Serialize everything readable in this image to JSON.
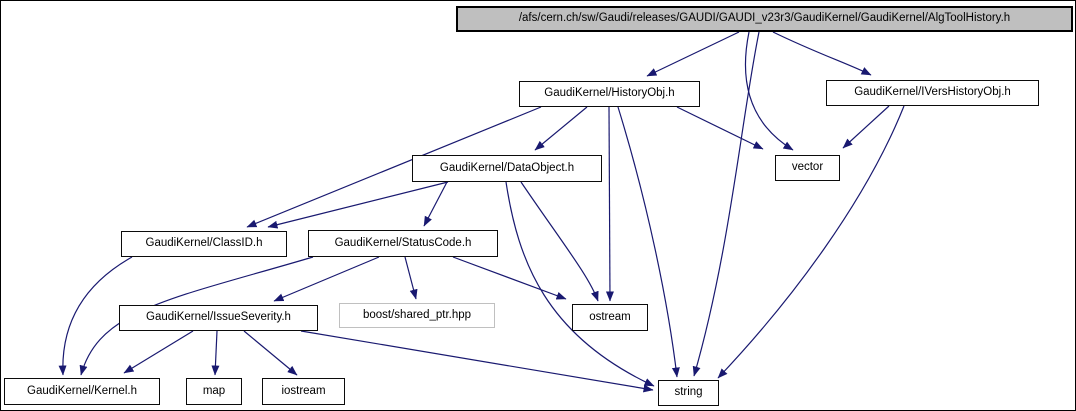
{
  "diagram": {
    "type": "doxygen-include-dependency-graph",
    "edge_color": "#191970",
    "main_node_fill": "#bfbfbf",
    "nodes": [
      {
        "id": "algtoolhistory",
        "label": "/afs/cern.ch/sw/Gaudi/releases/GAUDI/GAUDI_v23r3/GaudiKernel/GaudiKernel/AlgToolHistory.h",
        "kind": "main"
      },
      {
        "id": "historyobj",
        "label": "GaudiKernel/HistoryObj.h",
        "kind": "header"
      },
      {
        "id": "ivershistoryobj",
        "label": "GaudiKernel/IVersHistoryObj.h",
        "kind": "header"
      },
      {
        "id": "vector",
        "label": "vector",
        "kind": "system"
      },
      {
        "id": "dataobject",
        "label": "GaudiKernel/DataObject.h",
        "kind": "header"
      },
      {
        "id": "classid",
        "label": "GaudiKernel/ClassID.h",
        "kind": "header"
      },
      {
        "id": "statuscode",
        "label": "GaudiKernel/StatusCode.h",
        "kind": "header"
      },
      {
        "id": "issueseverity",
        "label": "GaudiKernel/IssueSeverity.h",
        "kind": "header"
      },
      {
        "id": "boost",
        "label": "boost/shared_ptr.hpp",
        "kind": "external"
      },
      {
        "id": "ostream",
        "label": "ostream",
        "kind": "system"
      },
      {
        "id": "kernel",
        "label": "GaudiKernel/Kernel.h",
        "kind": "header"
      },
      {
        "id": "map",
        "label": "map",
        "kind": "system"
      },
      {
        "id": "iostream",
        "label": "iostream",
        "kind": "system"
      },
      {
        "id": "string",
        "label": "string",
        "kind": "system"
      }
    ],
    "edges": [
      {
        "from": "algtoolhistory",
        "to": "historyobj"
      },
      {
        "from": "algtoolhistory",
        "to": "ivershistoryobj"
      },
      {
        "from": "algtoolhistory",
        "to": "vector"
      },
      {
        "from": "algtoolhistory",
        "to": "string"
      },
      {
        "from": "historyobj",
        "to": "classid"
      },
      {
        "from": "historyobj",
        "to": "dataobject"
      },
      {
        "from": "historyobj",
        "to": "vector"
      },
      {
        "from": "historyobj",
        "to": "ostream"
      },
      {
        "from": "historyobj",
        "to": "string"
      },
      {
        "from": "ivershistoryobj",
        "to": "vector"
      },
      {
        "from": "ivershistoryobj",
        "to": "string"
      },
      {
        "from": "dataobject",
        "to": "classid"
      },
      {
        "from": "dataobject",
        "to": "statuscode"
      },
      {
        "from": "dataobject",
        "to": "ostream"
      },
      {
        "from": "dataobject",
        "to": "string"
      },
      {
        "from": "statuscode",
        "to": "issueseverity"
      },
      {
        "from": "statuscode",
        "to": "boost"
      },
      {
        "from": "statuscode",
        "to": "ostream"
      },
      {
        "from": "statuscode",
        "to": "kernel"
      },
      {
        "from": "classid",
        "to": "kernel"
      },
      {
        "from": "issueseverity",
        "to": "kernel"
      },
      {
        "from": "issueseverity",
        "to": "map"
      },
      {
        "from": "issueseverity",
        "to": "iostream"
      },
      {
        "from": "issueseverity",
        "to": "string"
      }
    ]
  }
}
